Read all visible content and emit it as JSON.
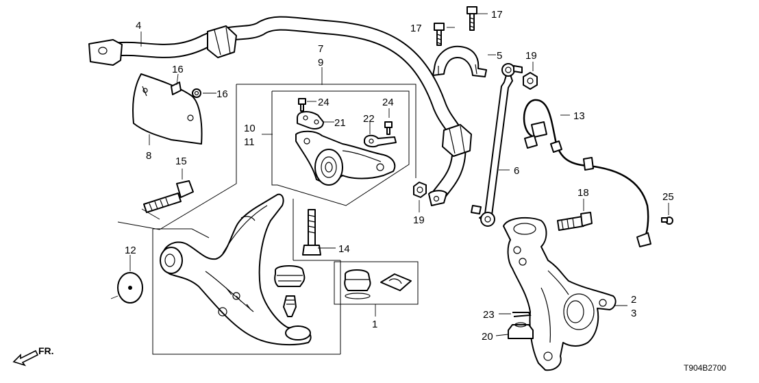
{
  "callouts": {
    "c1": "1",
    "c2": "2",
    "c3": "3",
    "c4": "4",
    "c5": "5",
    "c6": "6",
    "c7": "7",
    "c8": "8",
    "c9": "9",
    "c10": "10",
    "c11": "11",
    "c12": "12",
    "c13": "13",
    "c14": "14",
    "c15": "15",
    "c16a": "16",
    "c16b": "16",
    "c17a": "17",
    "c17b": "17",
    "c18": "18",
    "c19a": "19",
    "c19b": "19",
    "c20": "20",
    "c21": "21",
    "c22": "22",
    "c23": "23",
    "c24a": "24",
    "c24b": "24",
    "c25": "25"
  },
  "direction_label": "FR.",
  "diagram_code": "T904B2700"
}
